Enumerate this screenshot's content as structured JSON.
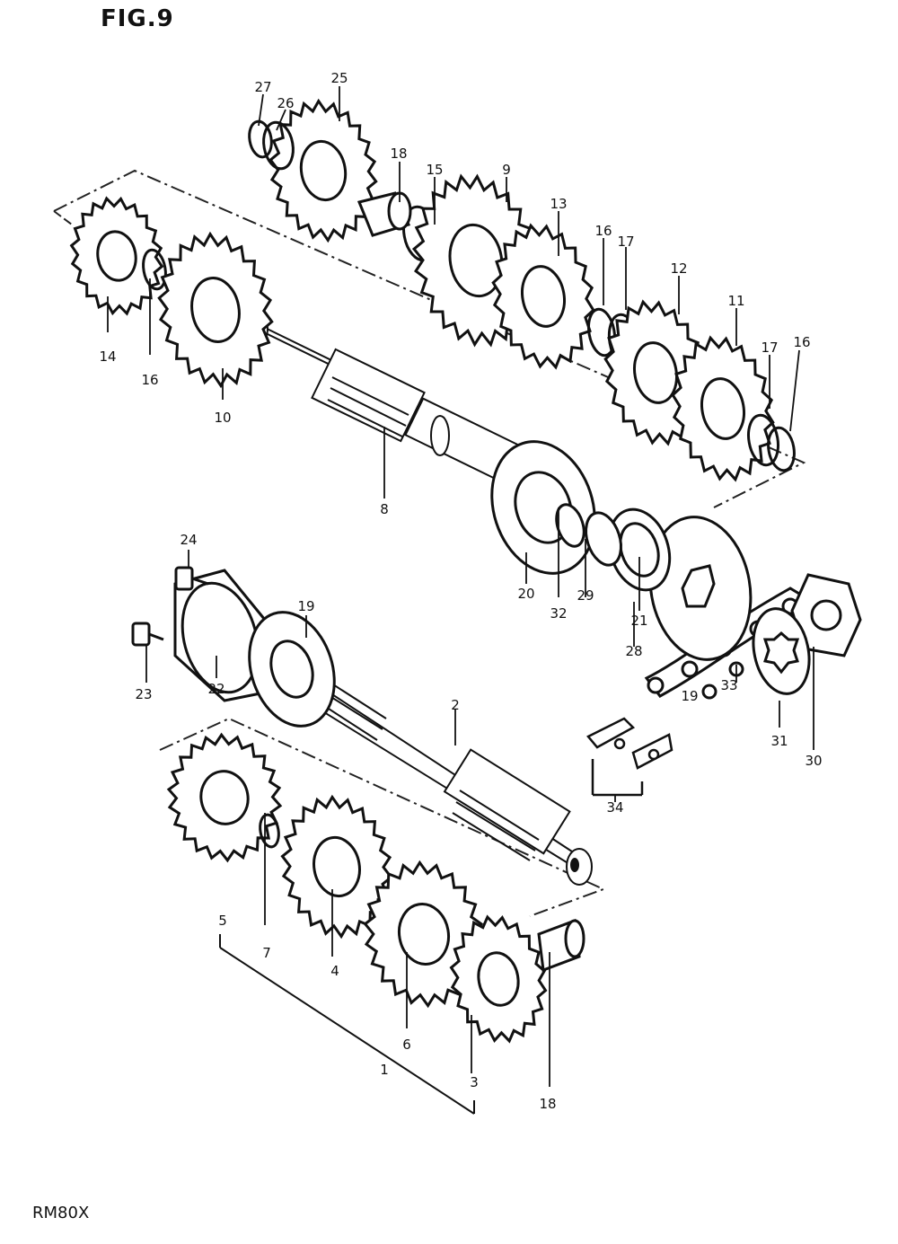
{
  "figure": {
    "title": "FIG.9",
    "model": "RM80X"
  },
  "parts": [
    {
      "id": "p1",
      "num": "1"
    },
    {
      "id": "p2",
      "num": "2"
    },
    {
      "id": "p3",
      "num": "3"
    },
    {
      "id": "p4",
      "num": "4"
    },
    {
      "id": "p5",
      "num": "5"
    },
    {
      "id": "p6",
      "num": "6"
    },
    {
      "id": "p7",
      "num": "7"
    },
    {
      "id": "p8",
      "num": "8"
    },
    {
      "id": "p9",
      "num": "9"
    },
    {
      "id": "p10",
      "num": "10"
    },
    {
      "id": "p11",
      "num": "11"
    },
    {
      "id": "p12",
      "num": "12"
    },
    {
      "id": "p13",
      "num": "13"
    },
    {
      "id": "p14",
      "num": "14"
    },
    {
      "id": "p15",
      "num": "15"
    },
    {
      "id": "p16a",
      "num": "16"
    },
    {
      "id": "p16b",
      "num": "16"
    },
    {
      "id": "p16c",
      "num": "16"
    },
    {
      "id": "p17a",
      "num": "17"
    },
    {
      "id": "p17b",
      "num": "17"
    },
    {
      "id": "p18a",
      "num": "18"
    },
    {
      "id": "p18b",
      "num": "18"
    },
    {
      "id": "p19a",
      "num": "19"
    },
    {
      "id": "p19b",
      "num": "19"
    },
    {
      "id": "p20",
      "num": "20"
    },
    {
      "id": "p21",
      "num": "21"
    },
    {
      "id": "p22",
      "num": "22"
    },
    {
      "id": "p23",
      "num": "23"
    },
    {
      "id": "p24",
      "num": "24"
    },
    {
      "id": "p25",
      "num": "25"
    },
    {
      "id": "p26",
      "num": "26"
    },
    {
      "id": "p27",
      "num": "27"
    },
    {
      "id": "p28",
      "num": "28"
    },
    {
      "id": "p29",
      "num": "29"
    },
    {
      "id": "p30",
      "num": "30"
    },
    {
      "id": "p31",
      "num": "31"
    },
    {
      "id": "p32",
      "num": "32"
    },
    {
      "id": "p33",
      "num": "33"
    },
    {
      "id": "p34",
      "num": "34"
    }
  ]
}
